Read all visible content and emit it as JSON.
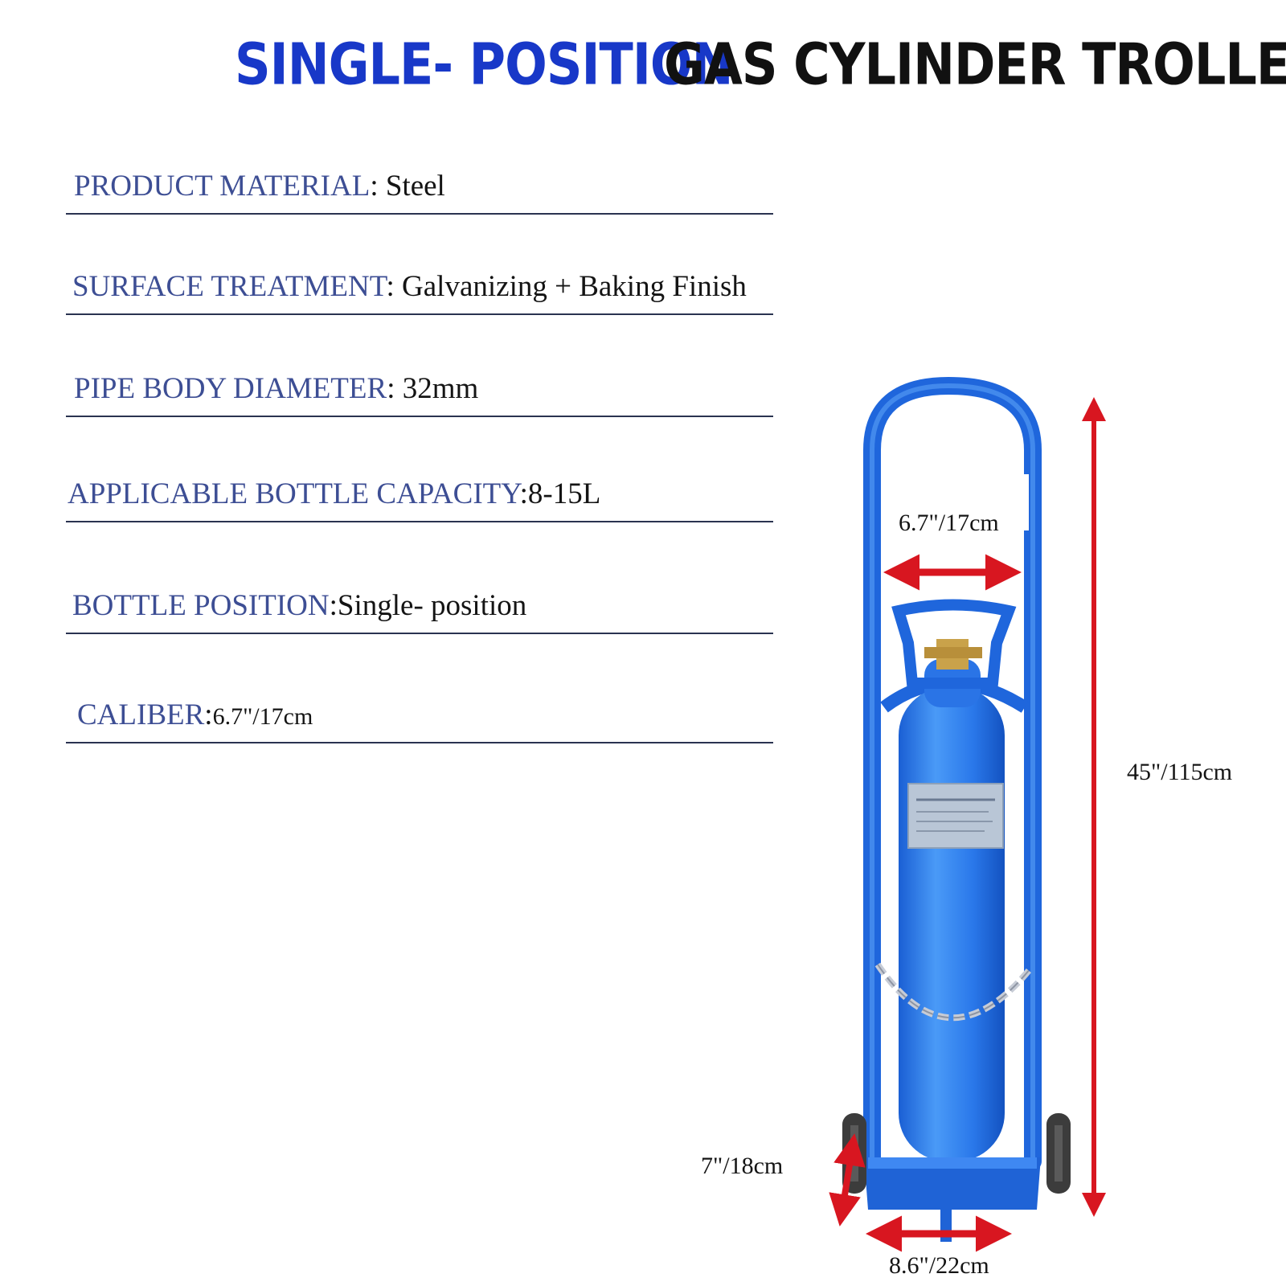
{
  "title": {
    "part1": "SINGLE- POSITION",
    "part2": "GAS CYLINDER TROLLEY"
  },
  "specs": [
    {
      "label": "PRODUCT MATERIAL",
      "sep": ": ",
      "value": "Steel"
    },
    {
      "label": "SURFACE TREATMENT",
      "sep": ": ",
      "value": "Galvanizing + Baking Finish"
    },
    {
      "label": "PIPE BODY DIAMETER",
      "sep": ": ",
      "value": "32mm"
    },
    {
      "label": "APPLICABLE BOTTLE CAPACITY",
      "sep": ":",
      "value": "8-15L"
    },
    {
      "label": "BOTTLE POSITION",
      "sep": ":",
      "value": "Single- position"
    },
    {
      "label": "CALIBER",
      "sep": ":",
      "value": "6.7\"/17cm"
    }
  ],
  "dimensions": {
    "top_width": "6.7\"/17cm",
    "height": "45\"/115cm",
    "wheel": "7\"/18cm",
    "base_width": "8.6\"/22cm"
  },
  "colors": {
    "title_blue": "#1838c8",
    "label_blue": "#3d4e94",
    "trolley_blue": "#1f6fe0",
    "arrow_red": "#d81620"
  },
  "icons": {
    "product": "gas-cylinder-trolley-illustration"
  }
}
